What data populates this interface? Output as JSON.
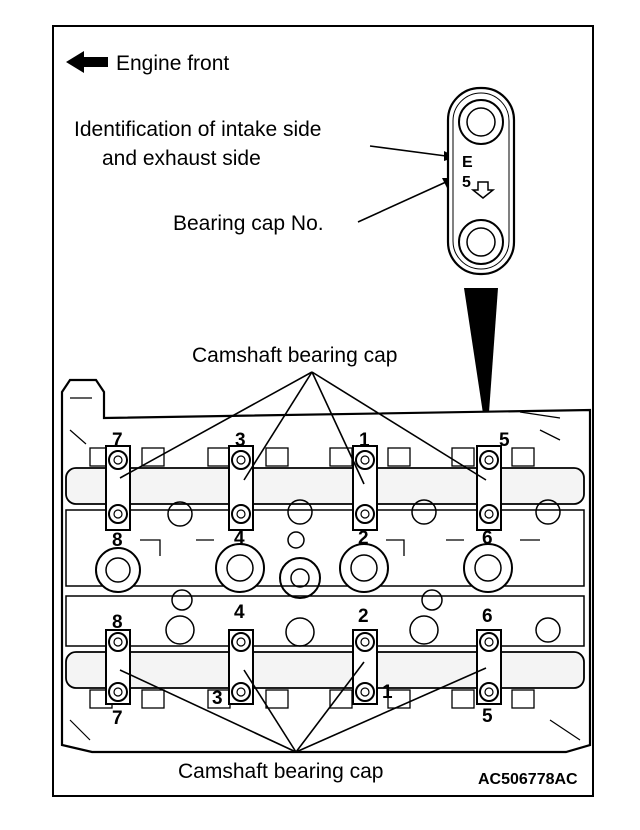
{
  "labels": {
    "engine_front": "Engine front",
    "identification_line1": "Identification of intake side",
    "identification_line2": "and exhaust side",
    "bearing_cap_no": "Bearing cap No.",
    "camshaft_bearing_cap_top": "Camshaft bearing cap",
    "camshaft_bearing_cap_bottom": "Camshaft bearing cap",
    "figure_code": "AC506778AC"
  },
  "cap_detail": {
    "side_letter": "E",
    "cap_number": "5"
  },
  "upper_cap_numbers": [
    "7",
    "3",
    "1",
    "5"
  ],
  "middle_cap_numbers": [
    "8",
    "4",
    "2",
    "6"
  ],
  "lower_top_numbers": [
    "8",
    "4",
    "2",
    "6"
  ],
  "lower_bottom_numbers": [
    "7",
    "3",
    "1",
    "5"
  ],
  "colors": {
    "line": "#000000",
    "background": "#ffffff",
    "metal_shade": "#d9d9d9"
  }
}
